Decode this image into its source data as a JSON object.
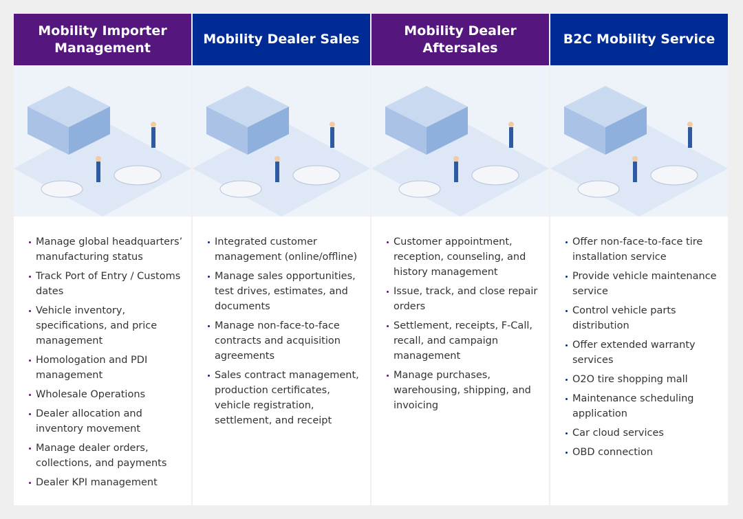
{
  "columns": [
    {
      "title": "Mobility Importer Management",
      "theme": "#55167e",
      "items": [
        "Manage global headquarters’ manufacturing status",
        "Track Port of Entry / Customs dates",
        "Vehicle inventory, specifications, and price management",
        "Homologation and PDI management",
        "Wholesale Operations",
        "Dealer allocation and inventory movement",
        "Manage dealer orders, collections, and payments",
        "Dealer KPI management"
      ]
    },
    {
      "title": "Mobility Dealer Sales",
      "theme": "#002b95",
      "items": [
        "Integrated customer management (online/offline)",
        "Manage sales opportunities, test drives, estimates, and documents",
        "Manage non-face-to-face contracts and acquisition agreements",
        "Sales contract management, production certificates, vehicle registration, settlement, and receipt"
      ]
    },
    {
      "title": "Mobility Dealer Aftersales",
      "theme": "#55167e",
      "items": [
        "Customer appointment, reception, counseling, and history management",
        "Issue, track, and close repair orders",
        "Settlement, receipts, F-Call, recall, and campaign management",
        "Manage purchases, warehousing, shipping, and invoicing"
      ]
    },
    {
      "title": "B2C Mobility Service",
      "theme": "#002b95",
      "items": [
        "Offer non-face-to-face tire installation service",
        "Provide vehicle maintenance service",
        "Control vehicle parts distribution",
        "Offer extended warranty services",
        "O2O tire shopping mall",
        "Maintenance scheduling application",
        "Car cloud services",
        "OBD connection"
      ]
    }
  ]
}
